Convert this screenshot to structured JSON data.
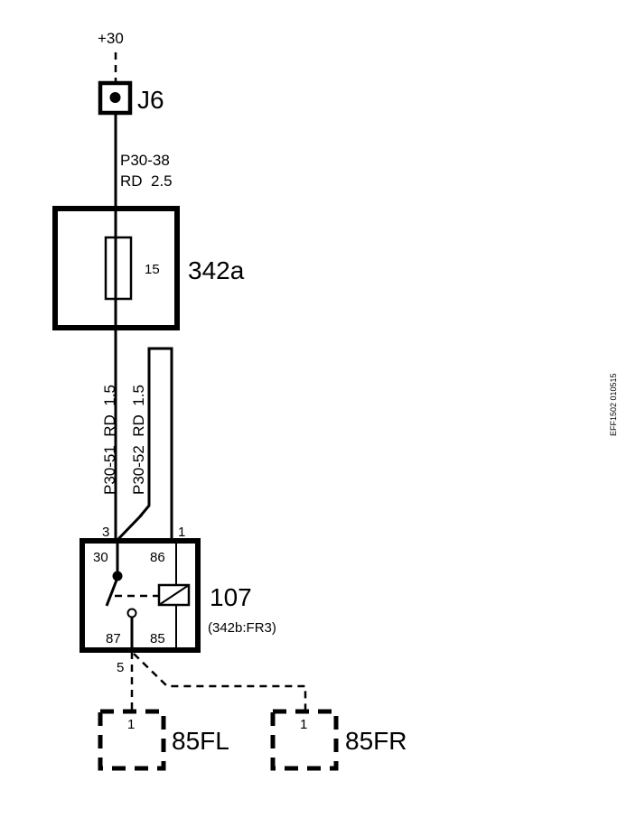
{
  "supply": {
    "label": "+30"
  },
  "junction": {
    "label": "J6"
  },
  "wire_top": {
    "code": "P30-38",
    "spec": "RD  2.5"
  },
  "fuse": {
    "label": "342a",
    "rating": "15"
  },
  "wire_left": {
    "text": "P30-51  RD  1.5"
  },
  "wire_right": {
    "text": "P30-52  RD  1.5"
  },
  "relay": {
    "label": "107",
    "location": "(342b:FR3)",
    "pin_30": "30",
    "pin_86": "86",
    "pin_87": "87",
    "pin_85": "85",
    "ext_pin_left": "3",
    "ext_pin_right": "1",
    "ext_pin_bottom": "5"
  },
  "connector_fl": {
    "label": "85FL",
    "pin": "1"
  },
  "connector_fr": {
    "label": "85FR",
    "pin": "1"
  },
  "side_code": "EFF1502 010515"
}
